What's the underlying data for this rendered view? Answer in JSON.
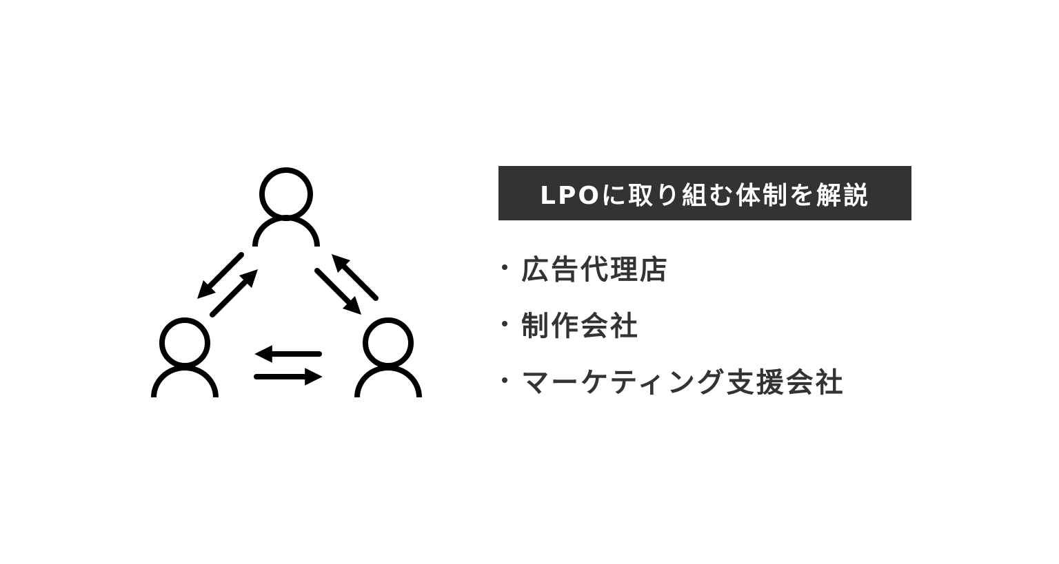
{
  "title": "LPOに取り組む体制を解説",
  "items": [
    {
      "label": "広告代理店"
    },
    {
      "label": "制作会社"
    },
    {
      "label": "マーケティング支援会社"
    }
  ],
  "colors": {
    "title_bg": "#333333",
    "text": "#333333",
    "icon": "#000000"
  }
}
